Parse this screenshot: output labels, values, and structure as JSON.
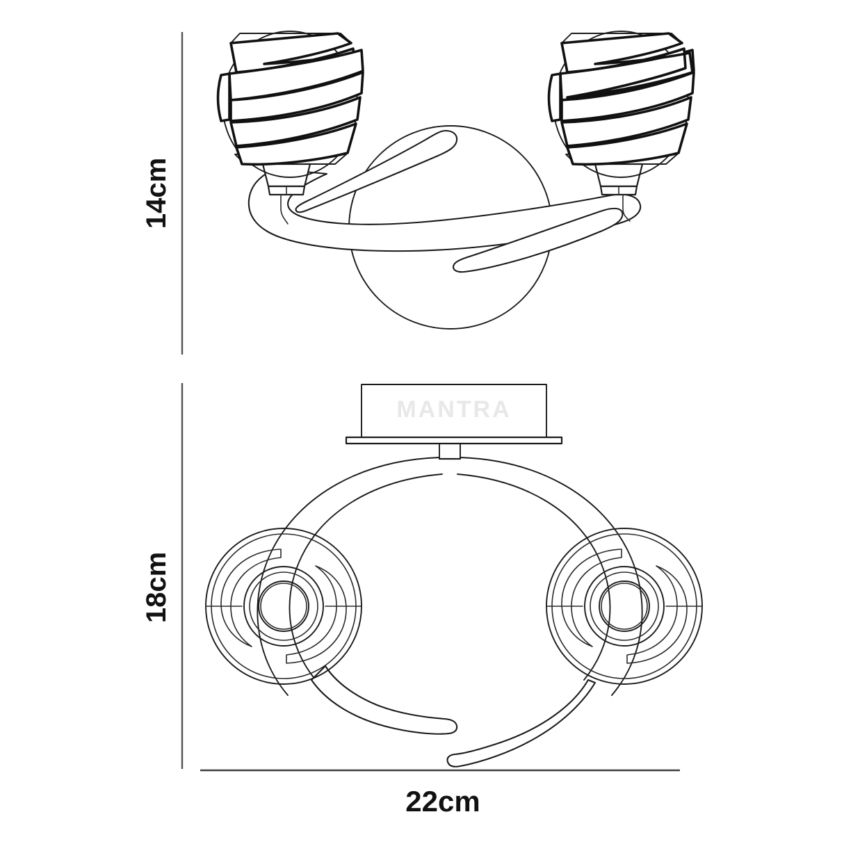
{
  "document": {
    "type": "technical-dimension-drawing",
    "subject": "2-light curved-arm wall light with spiral swirl glass shades",
    "background_color": "#ffffff",
    "line_color": "#1b1b1b",
    "dimension_line_color": "#555055"
  },
  "dimensions": {
    "height_label": "14cm",
    "depth_label": "18cm",
    "width_label": "22cm"
  },
  "views": {
    "front": {
      "name": "front-elevation",
      "dimension": "14cm",
      "shade_count": 2,
      "shade_style": "spiral-swirl-globe",
      "backplate": "round-wall-plate",
      "arm_style": "crossed-curved-arms"
    },
    "top": {
      "name": "top-plan-view",
      "dimension_vertical": "18cm",
      "dimension_horizontal": "22cm",
      "shade_count": 2,
      "shade_style": "concentric-swirl-rings",
      "mount": "rectangular-ceiling-bracket"
    }
  },
  "watermark": {
    "text": "MANTRA",
    "color": "#e8e8e8"
  },
  "colors": {
    "stroke": "#1b1b1b",
    "swirl_stroke": "#111111",
    "dimension": "#555055",
    "label": "#111111",
    "fill": "#ffffff"
  }
}
